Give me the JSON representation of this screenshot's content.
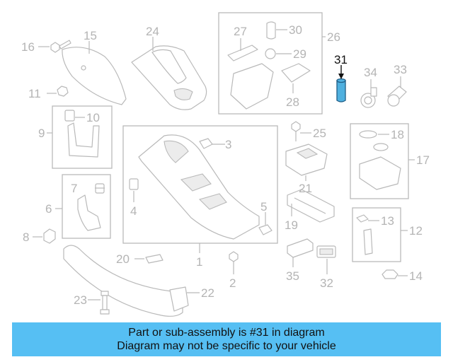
{
  "diagram": {
    "highlighted_part": "31",
    "part_numbers": [
      "1",
      "2",
      "3",
      "4",
      "5",
      "6",
      "7",
      "8",
      "9",
      "10",
      "11",
      "12",
      "13",
      "14",
      "15",
      "16",
      "17",
      "18",
      "19",
      "20",
      "21",
      "22",
      "23",
      "24",
      "25",
      "26",
      "27",
      "28",
      "29",
      "30",
      "31",
      "32",
      "33",
      "34",
      "35"
    ]
  },
  "banner": {
    "line1": "Part or sub-assembly is #31 in diagram",
    "line2": "Diagram may not be specific to your vehicle"
  },
  "colors": {
    "banner_bg": "#56bff3",
    "part_line": "#b9b9b9",
    "highlight_fill": "#4fb0df",
    "highlight_text": "#111111"
  }
}
